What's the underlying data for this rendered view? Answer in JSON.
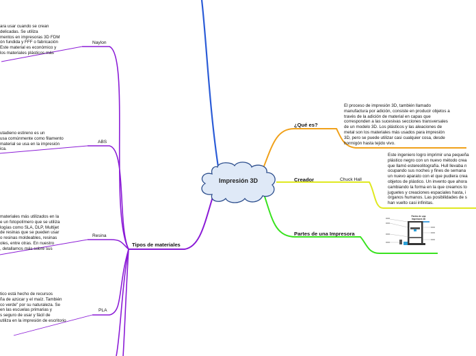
{
  "colors": {
    "blue": "#2a5bd7",
    "purple": "#8a1ad6",
    "orange": "#f0a019",
    "yellow": "#dfe81f",
    "green": "#38e21e",
    "cloud_fill": "#dfe9f7",
    "cloud_stroke": "#2b4d8c"
  },
  "center": {
    "title": "Impresión 3D"
  },
  "que_es": {
    "label": "¿Qué es?",
    "lines": [
      "El proceso de impresión 3D, también llamado",
      "manufactura por adición, consiste en producir objetos a",
      "través de la adición de material en capas que",
      "corresponden a las sucesivas secciones transversales",
      "de un modelo 3D. Los plásticos y las aleaciones de",
      "metal son los materiales más usados para impresión",
      "3D, pero se puede utilizar casi cualquier cosa, desde",
      "hormigón hasta tejido vivo."
    ]
  },
  "creador": {
    "label": "Creador",
    "name": "Chuck Hall",
    "lines": [
      "Este ingeniero logro imprimir una pequeña",
      "plástico negro con un nuevo método crea",
      "que llamó estereolitografía. Hull llevaba n",
      "ocupando sus noches y fines de semana",
      "un nuevo aparato con el que pudiera crea",
      "objetos de plástico. Un invento que ahora",
      "cambiando la forma en la que creamos to",
      "juguetes y creaciones espaciales hasta, i",
      "órganos humanos. Las posibilidades de s",
      "han vuelto casi infinitas."
    ]
  },
  "partes": {
    "label": "Partes de una Impresora",
    "image_icon": "printer-parts-image",
    "image_title": [
      "Partes de una",
      "Impresora 3D"
    ]
  },
  "tipos": {
    "label": "Tipos de materiales",
    "naylon": {
      "label": "Naylon",
      "lines": [
        "ara usar cuando se crean",
        "delicadas. Se utiliza",
        "mentos en impresoras 3D FDM",
        "ón fundida y FFF o fabricación",
        "Este material es económico y",
        "los materiales plásticos más"
      ]
    },
    "abs": {
      "label": "ABS",
      "lines": [
        "utadieno estireno es un",
        "usa comúnmente como filamento",
        "material se usa en la impresión",
        "ica."
      ]
    },
    "resina": {
      "label": "Resina",
      "lines": [
        "materiales más utilizados en la",
        "e un fotopolímero que se utiliza",
        "logías como SLA, DLP, Multijet",
        "de resinas que se pueden usar",
        "o resinas moldeables, resinas",
        "oles, entre otras. En nuestro",
        ", detallamos más sobre sus"
      ]
    },
    "pla": {
      "label": "PLA",
      "lines": [
        "tico está hecho de recursos",
        "ña de azúcar y el maíz. También",
        "co verde\" por su naturaleza. Se",
        "en las escuelas primarias y",
        "s seguro de usar y fácil de",
        "utiliza en la impresión de escritorio"
      ]
    }
  }
}
